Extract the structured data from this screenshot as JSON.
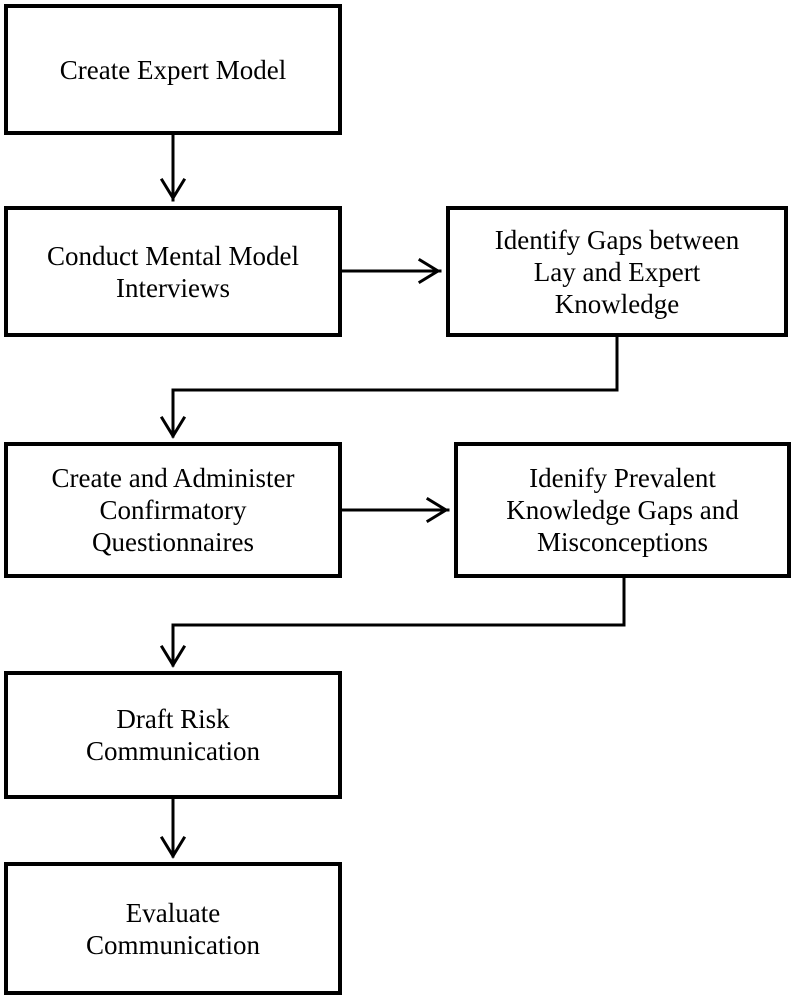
{
  "diagram": {
    "steps": [
      {
        "id": "create-expert-model",
        "label": "Create Expert Model"
      },
      {
        "id": "conduct-interviews",
        "label": "Conduct Mental Model\nInterviews"
      },
      {
        "id": "identify-gaps",
        "label": "Identify Gaps between\nLay and Expert\nKnowledge"
      },
      {
        "id": "create-questionnaires",
        "label": "Create and Administer\nConfirmatory\nQuestionnaires"
      },
      {
        "id": "identify-prevalent-gaps",
        "label": "Idenify Prevalent\nKnowledge Gaps and\nMisconceptions"
      },
      {
        "id": "draft-risk-communication",
        "label": "Draft Risk\nCommunication"
      },
      {
        "id": "evaluate-communication",
        "label": "Evaluate\nCommunication"
      }
    ],
    "connections": [
      {
        "from": "create-expert-model",
        "to": "conduct-interviews"
      },
      {
        "from": "conduct-interviews",
        "to": "identify-gaps"
      },
      {
        "from": "identify-gaps",
        "to": "create-questionnaires"
      },
      {
        "from": "create-questionnaires",
        "to": "identify-prevalent-gaps"
      },
      {
        "from": "identify-prevalent-gaps",
        "to": "draft-risk-communication"
      },
      {
        "from": "draft-risk-communication",
        "to": "evaluate-communication"
      }
    ]
  }
}
